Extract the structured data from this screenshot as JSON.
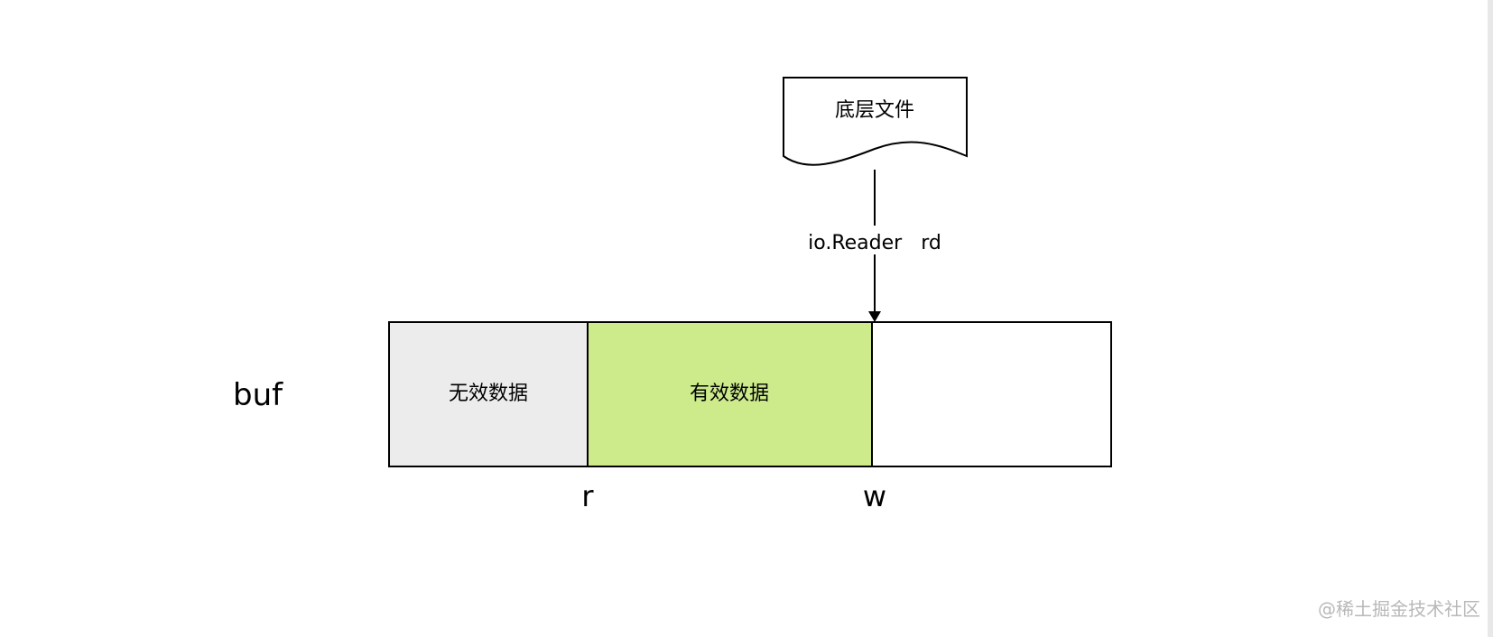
{
  "diagram": {
    "file_node": {
      "label": "底层文件",
      "shape": "document"
    },
    "connector": {
      "label": "io.Reader   rd",
      "direction": "down"
    },
    "buffer": {
      "name": "buf",
      "segments": [
        {
          "label": "无效数据",
          "fill": "#ececec"
        },
        {
          "label": "有效数据",
          "fill": "#cdeb8b"
        },
        {
          "label": "",
          "fill": "#ffffff"
        }
      ],
      "markers": [
        {
          "label": "r"
        },
        {
          "label": "w"
        }
      ]
    }
  },
  "watermark": "@稀土掘金技术社区",
  "colors": {
    "stroke": "#000000",
    "background": "#ffffff",
    "watermark": "#b8b8b8"
  }
}
